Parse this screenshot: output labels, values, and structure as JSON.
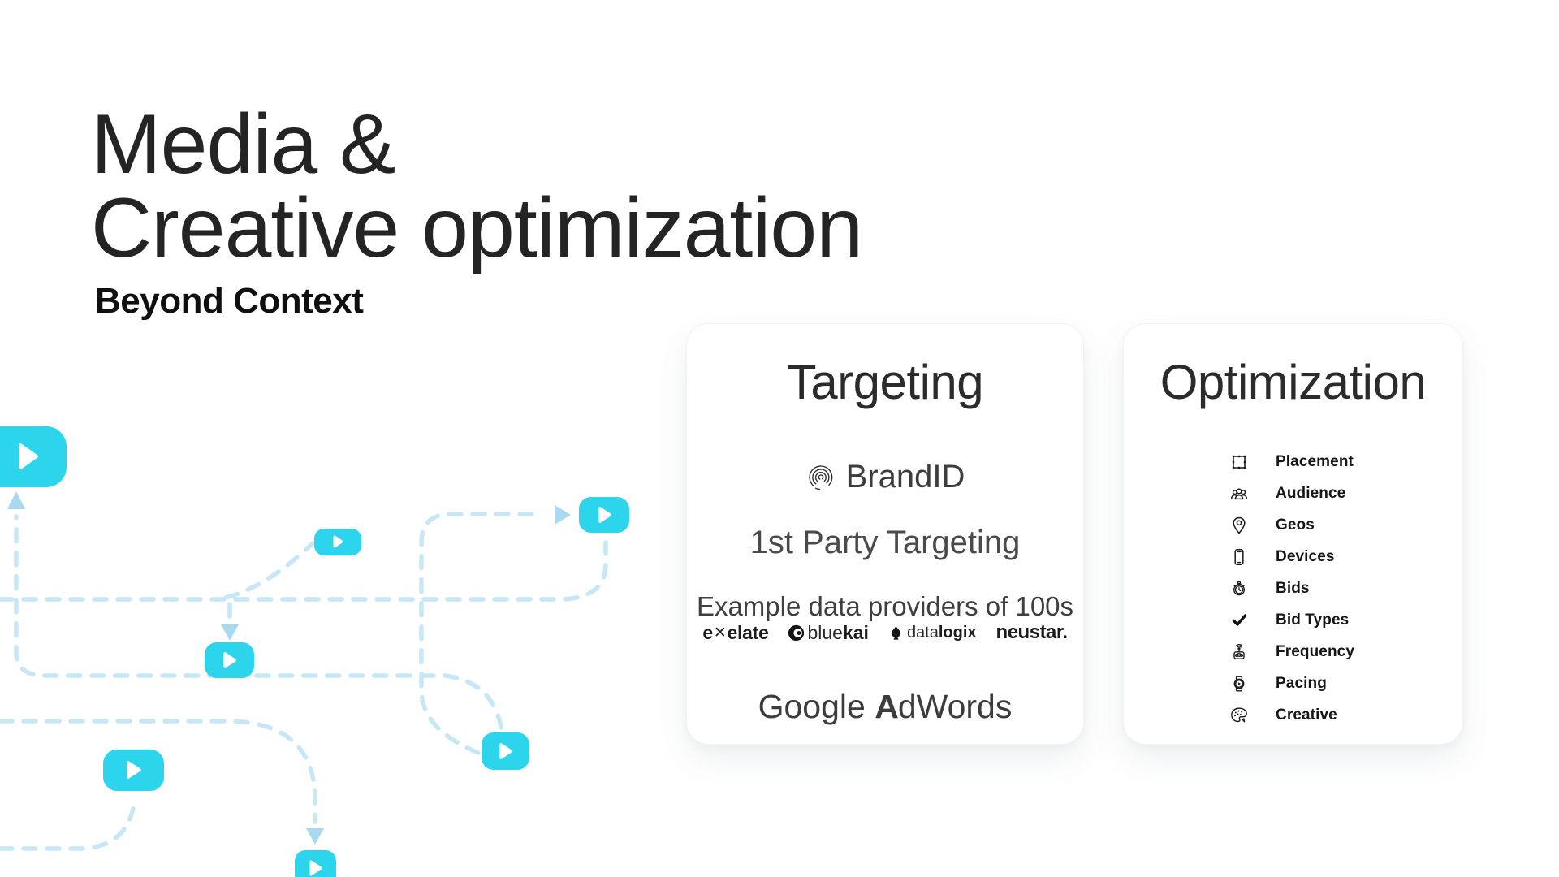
{
  "header": {
    "title_line1": "Media &",
    "title_line2": "Creative optimization",
    "subtitle": "Beyond Context"
  },
  "targeting_card": {
    "title": "Targeting",
    "brand_id": "BrandID",
    "first_party": "1st Party Targeting",
    "providers_heading": "Example data providers of 100s",
    "logos": {
      "exelate_pre": "e",
      "exelate_x": "✕",
      "exelate_post": "elate",
      "bluekai_light": "blue",
      "bluekai_bold": "kai",
      "datalogix_light": "data",
      "datalogix_bold": "logix",
      "neustar": "neustar."
    },
    "adwords_google": "Google",
    "adwords_a": "A",
    "adwords_rest": "dWords"
  },
  "optimization_card": {
    "title": "Optimization",
    "items": [
      {
        "label": "Placement",
        "icon": "placement-icon"
      },
      {
        "label": "Audience",
        "icon": "audience-icon"
      },
      {
        "label": "Geos",
        "icon": "geos-icon"
      },
      {
        "label": "Devices",
        "icon": "devices-icon"
      },
      {
        "label": "Bids",
        "icon": "bids-icon"
      },
      {
        "label": "Bid Types",
        "icon": "bid-types-icon"
      },
      {
        "label": "Frequency",
        "icon": "frequency-icon"
      },
      {
        "label": "Pacing",
        "icon": "pacing-icon"
      },
      {
        "label": "Creative",
        "icon": "creative-icon"
      }
    ]
  },
  "flow_diagram": {
    "node_count": 7,
    "node_color": "#2cd5ec",
    "dash_color": "#c7e6f6",
    "arrow_color": "#a9d9f1"
  },
  "colors": {
    "background": "#ffffff",
    "text_primary": "#242424",
    "accent_cyan": "#2cd5ec"
  }
}
